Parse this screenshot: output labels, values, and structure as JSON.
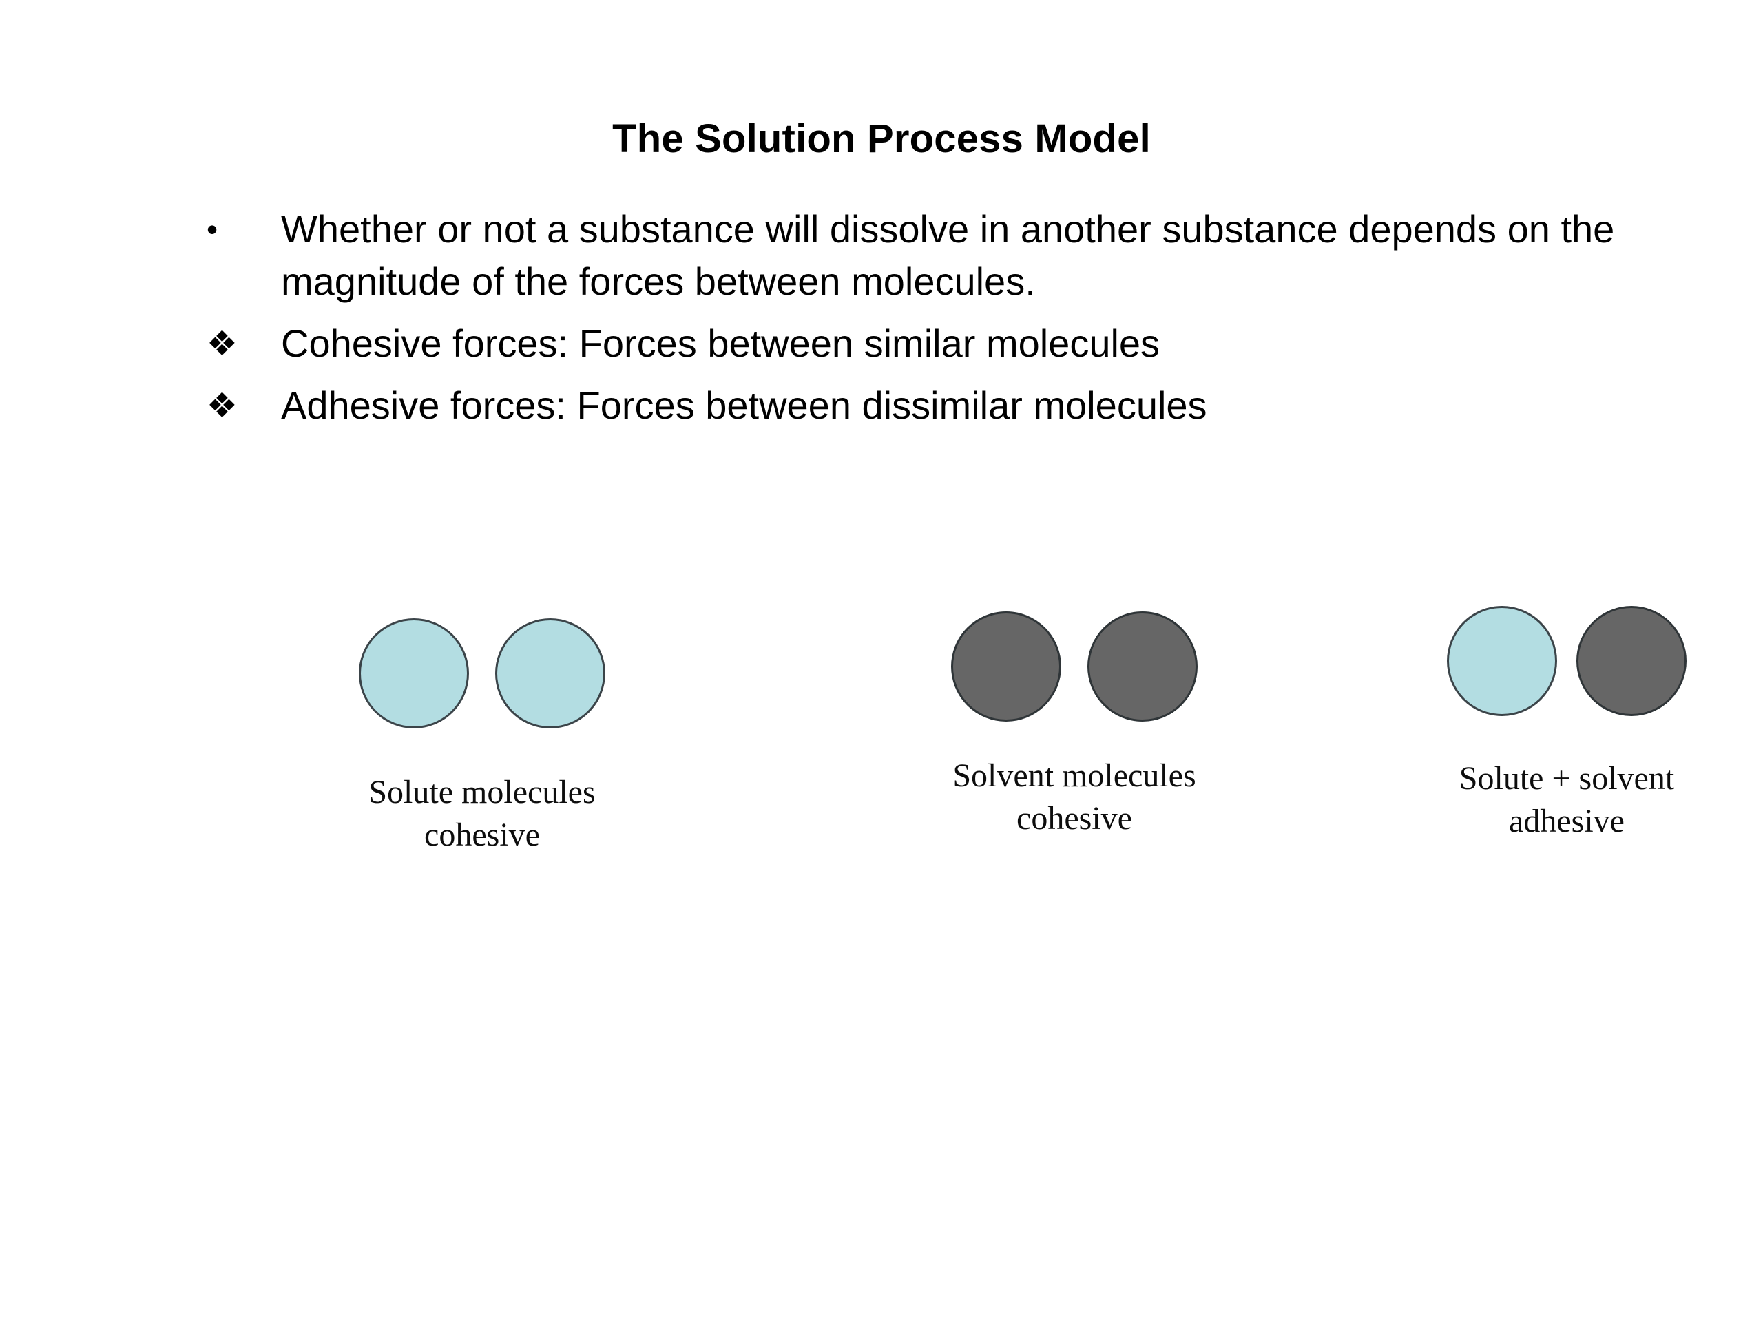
{
  "slide": {
    "title": "The Solution Process Model",
    "background_color": "#ffffff",
    "text_color": "#000000"
  },
  "bullets": [
    {
      "marker": "•",
      "marker_name": "round-bullet",
      "text": "Whether or not a substance will dissolve in another substance depends on the magnitude of the forces between molecules."
    },
    {
      "marker": "❖",
      "marker_name": "diamond-bullet",
      "text": "Cohesive forces: Forces between similar molecules"
    },
    {
      "marker": "❖",
      "marker_name": "diamond-bullet",
      "text": "Adhesive forces: Forces between dissimilar molecules"
    }
  ],
  "diagram": {
    "colors": {
      "solute_fill": "#b3dde2",
      "solvent_fill": "#666666",
      "outline": "#3b4449"
    },
    "groups": [
      {
        "id": "solute",
        "caption_line1": "Solute molecules",
        "caption_line2": "cohesive",
        "circles": [
          "solute",
          "solute"
        ]
      },
      {
        "id": "solvent",
        "caption_line1": "Solvent molecules",
        "caption_line2": "cohesive",
        "circles": [
          "solvent",
          "solvent"
        ]
      },
      {
        "id": "adhesive",
        "caption_line1": "Solute + solvent",
        "caption_line2": "adhesive",
        "circles": [
          "solute",
          "solvent"
        ]
      }
    ]
  }
}
